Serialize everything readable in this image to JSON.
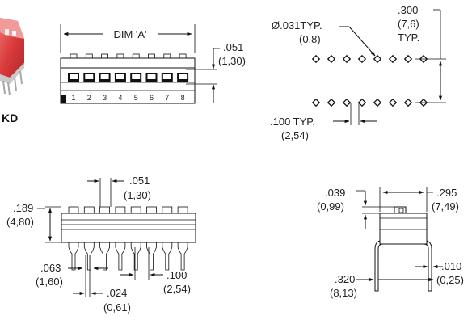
{
  "product": {
    "suffix": "KD"
  },
  "top_view": {
    "dim_a": "DIM 'A'",
    "height_in": ".051",
    "height_mm": "(1,30)",
    "pin_numbers": [
      "1",
      "2",
      "3",
      "4",
      "5",
      "6",
      "7",
      "8"
    ]
  },
  "footprint": {
    "hole_in": "Ø.031TYP.",
    "hole_mm": "(0,8)",
    "row_spacing_in": ".300",
    "row_spacing_mm": "(7,6)",
    "row_spacing_note": "TYP.",
    "pitch_in": ".100 TYP.",
    "pitch_mm": "(2,54)"
  },
  "front_view": {
    "switch_width_in": ".051",
    "switch_width_mm": "(1,30)",
    "body_height_in": ".189",
    "body_height_mm": "(4,80)",
    "pin_shoulder_in": ".063",
    "pin_shoulder_mm": "(1,60)",
    "pin_width_in": ".024",
    "pin_width_mm": "(0,61)",
    "pin_pitch_in": ".100",
    "pin_pitch_mm": "(2,54)"
  },
  "side_view": {
    "actuator_in": ".039",
    "actuator_mm": "(0,99)",
    "body_width_in": ".295",
    "body_width_mm": "(7,49)",
    "lead_span_in": ".320",
    "lead_span_mm": "(8,13)",
    "lead_thickness_in": ".010",
    "lead_thickness_mm": "(0,25)"
  }
}
